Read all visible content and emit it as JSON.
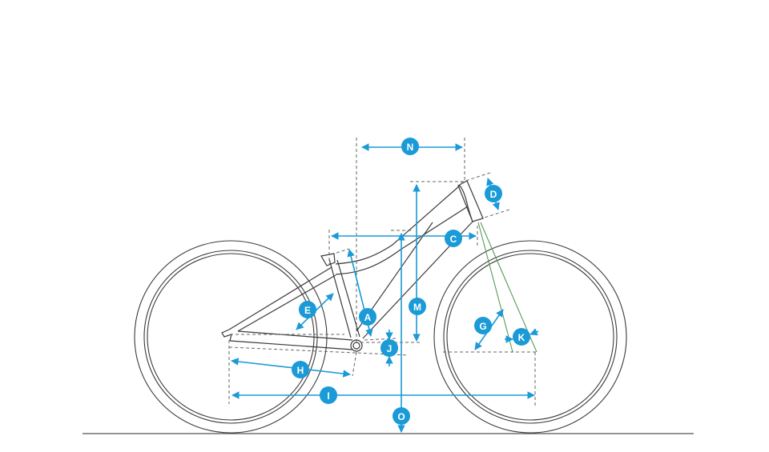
{
  "diagram": {
    "title": "Bike geometry",
    "accent_color": "#1a9ad6",
    "fork_color": "#5a9a5a",
    "labels": {
      "N": "N",
      "D": "D",
      "C": "C",
      "M": "M",
      "A": "A",
      "E": "E",
      "J": "J",
      "G": "G",
      "K": "K",
      "H": "H",
      "I": "I",
      "O": "O"
    }
  }
}
